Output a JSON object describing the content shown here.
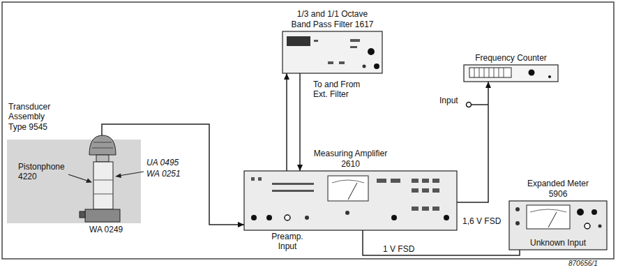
{
  "diagram": {
    "nodes": [
      {
        "text": [
          "1/3 and 1/1 Octave Band Pass Filter 1617"
        ]
      },
      {
        "text": [
          "Frequency Counter"
        ]
      },
      {
        "text": [
          "Transducer Assembly Type 9545"
        ]
      },
      {
        "text": [
          "Measuring Amplifier 2610",
          "Preamp. Input"
        ]
      },
      {
        "text": [
          "Expanded Meter 5906",
          "Unknown Input"
        ]
      }
    ],
    "edges": [
      {
        "from": 3,
        "to": 0,
        "arrow": "to",
        "label": "To and From Ext. Filter"
      },
      {
        "from": 0,
        "to": 3,
        "arrow": "to"
      },
      {
        "from": 2,
        "to": 3,
        "arrow": "to"
      },
      {
        "from": 3,
        "to": 1,
        "arrow": "to",
        "label": "1,6 V FSD"
      },
      {
        "from": 3,
        "to": 4,
        "arrow": "none",
        "label": "1 V FSD"
      }
    ],
    "labels": [
      "Input",
      "Pistonphone 4220",
      "UA 0495",
      "WA 0251",
      "WA 0249",
      "870656/1"
    ]
  }
}
